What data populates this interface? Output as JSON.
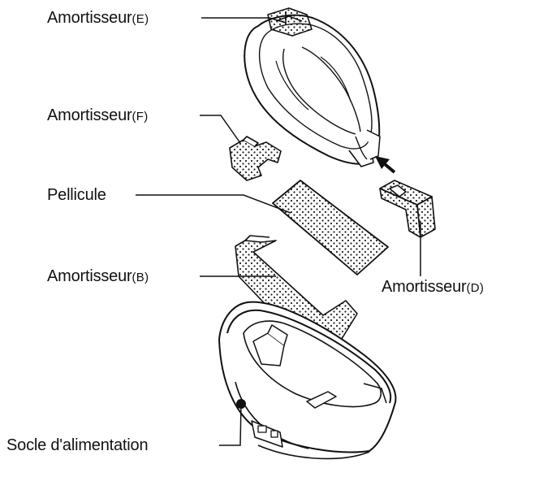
{
  "labels": {
    "amortisseur_e": {
      "text": "Amortisseur",
      "suffix": "(E)"
    },
    "amortisseur_f": {
      "text": "Amortisseur",
      "suffix": "(F)"
    },
    "pellicule": {
      "text": "Pellicule"
    },
    "amortisseur_b": {
      "text": "Amortisseur",
      "suffix": "(B)"
    },
    "amortisseur_d": {
      "text": "Amortisseur",
      "suffix": "(D)"
    },
    "socle": {
      "text": "Socle d'alimentation"
    }
  },
  "colors": {
    "line": "#111111",
    "fill": "#ffffff",
    "dots": "#222222"
  }
}
